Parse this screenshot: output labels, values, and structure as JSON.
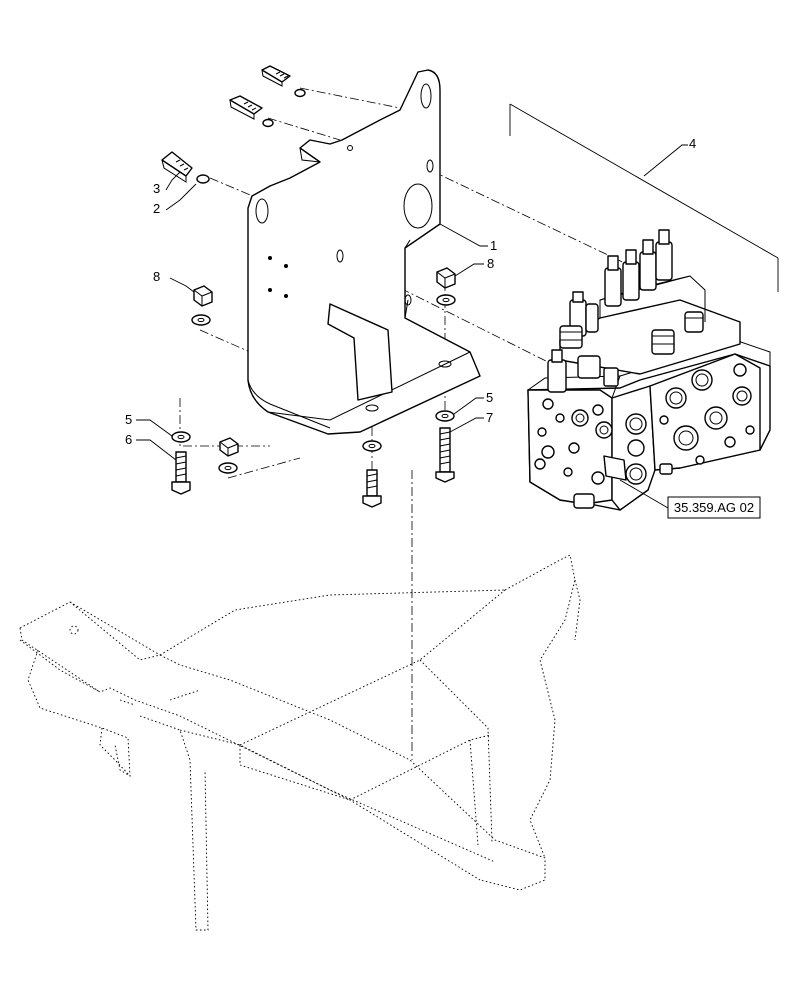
{
  "callouts": {
    "c1": "1",
    "c2": "2",
    "c3": "3",
    "c4": "4",
    "c5a": "5",
    "c5b": "5",
    "c6": "6",
    "c7": "7",
    "c8a": "8",
    "c8b": "8"
  },
  "reference": {
    "label": "35.359.AG 02"
  }
}
